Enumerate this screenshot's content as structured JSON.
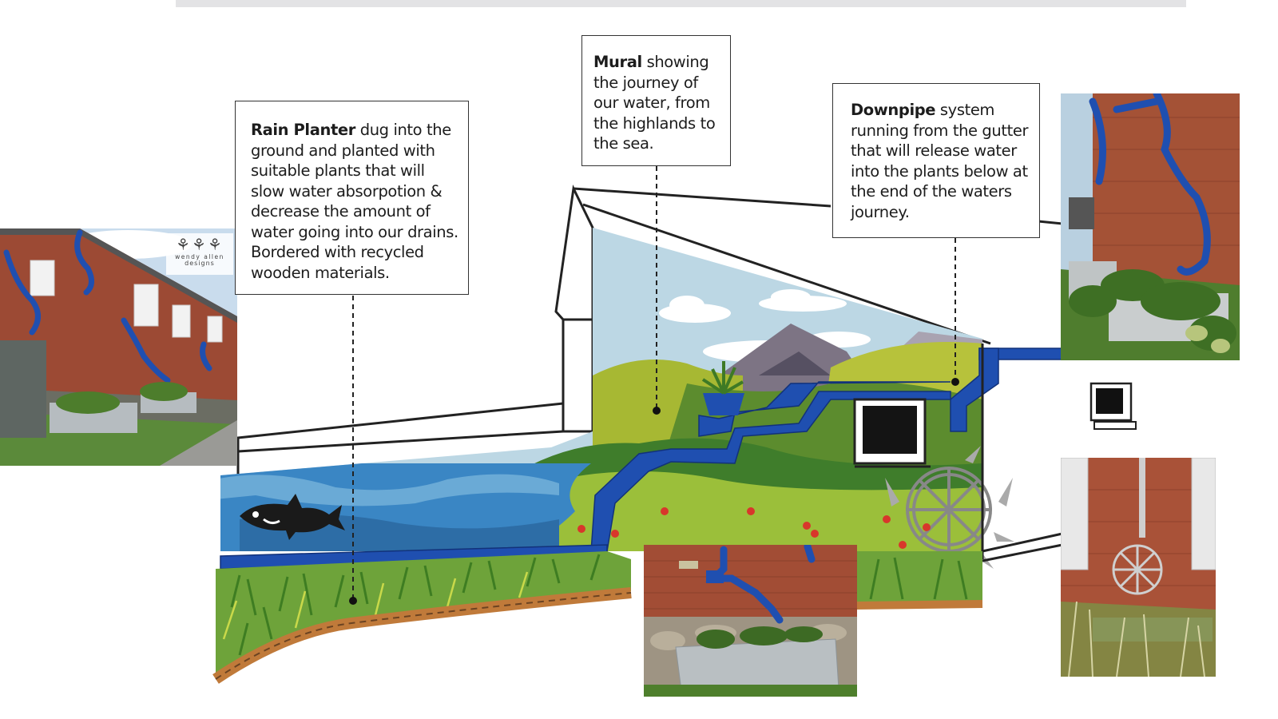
{
  "callouts": {
    "rain_planter": {
      "title": "Rain Planter",
      "body": "dug into the ground and planted with suitable plants that will slow water absorpotion & decrease the amount of water going into our drains. Bordered with recycled wooden materials."
    },
    "mural": {
      "title": "Mural",
      "body": "showing the journey of our water, from the highlands to the sea."
    },
    "downpipe": {
      "title": "Downpipe",
      "body": "system running from the gutter that will release water into the plants below at the end of the waters journey."
    }
  },
  "logo": {
    "line1": "wendy allen",
    "line2": "designs"
  },
  "colors": {
    "pipe_blue": "#1f4fb0",
    "sea_blue": "#3a86c4",
    "grass_green": "#5f9a2d",
    "brick_red": "#9c4a34",
    "sky": "#bcd7e4"
  },
  "icons": [
    "fish-icon",
    "water-wheel-icon",
    "window-icon"
  ]
}
